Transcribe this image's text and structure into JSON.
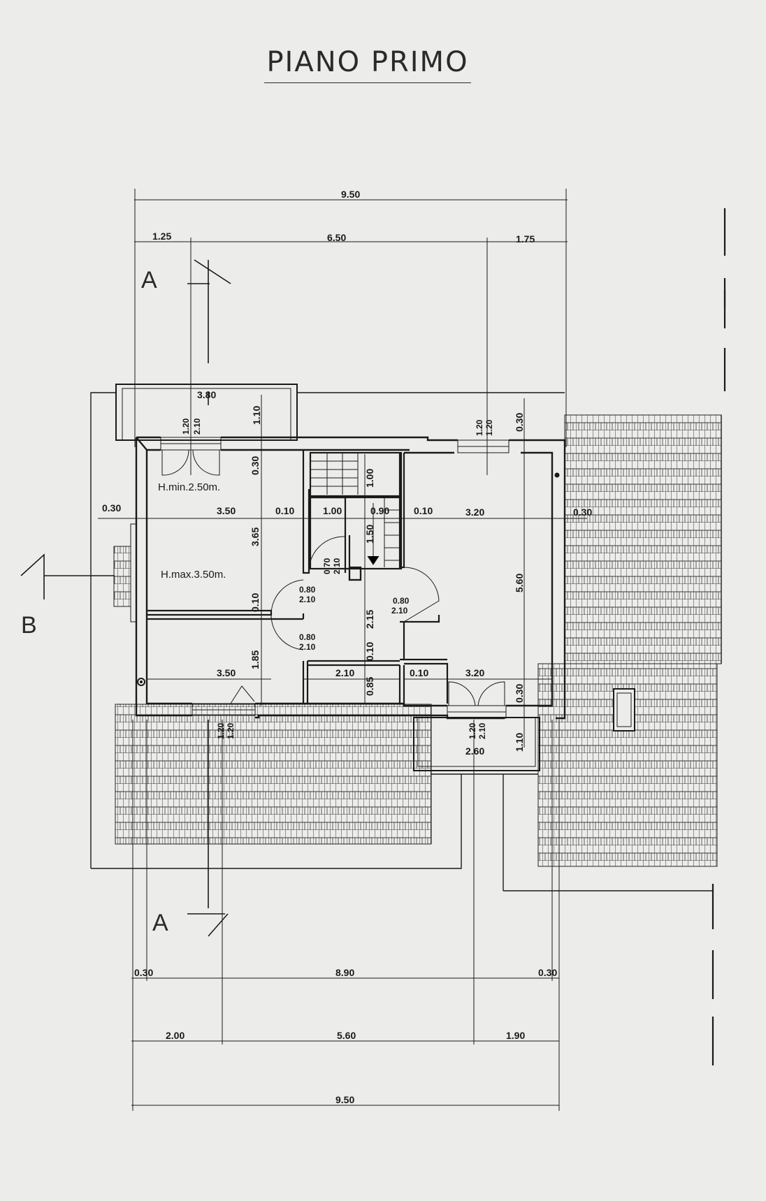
{
  "title": "PIANO PRIMO",
  "section_labels": {
    "a_top": "A",
    "a_bottom": "A",
    "b_left": "B"
  },
  "room_labels": {
    "hmin": "H.min.2.50m.",
    "hmax": "H.max.3.50m."
  },
  "dims_top": {
    "overall": "9.50",
    "left": "1.25",
    "middle": "6.50",
    "right": "1.75"
  },
  "dims_bottom": {
    "row1_left": "0.30",
    "row1_mid": "8.90",
    "row1_right": "0.30",
    "row2_left": "2.00",
    "row2_mid": "5.60",
    "row2_right": "1.90",
    "overall": "9.50"
  },
  "dims_side": {
    "left": "0.30",
    "right": "0.30"
  },
  "balcony_top": {
    "width": "3.80",
    "depth": "1.10",
    "win_w": "1.20",
    "win_h": "2.10"
  },
  "balcony_bottom": {
    "width": "2.60",
    "depth": "1.10",
    "win_w": "1.20",
    "win_h": "2.10"
  },
  "top_right_window": {
    "w": "1.20",
    "h": "1.20",
    "wall": "0.30"
  },
  "bottom_left_window": {
    "w": "1.20",
    "h": "1.20"
  },
  "interior": {
    "wall_top_left": "0.30",
    "room_tl_width": "3.50",
    "room_tl_height": "3.65",
    "wall_mid1": "0.10",
    "hall_width": "1.00",
    "stair_width": "0.90",
    "wall_mid2": "0.10",
    "room_right_width": "3.20",
    "stair_run": "1.00",
    "stair_landing": "1.50",
    "bath_door": "0.70",
    "bath_door_h": "2.10",
    "door1": "0.80",
    "door1_h": "2.10",
    "door2": "0.80",
    "door2_h": "2.10",
    "door3": "0.80",
    "door3_h": "2.10",
    "corridor_len": "2.15",
    "wall_h1": "0.10",
    "wall_h2": "0.10",
    "room_right_height": "5.60",
    "room_bl_height": "1.85",
    "room_bl_width": "3.50",
    "corridor_width": "2.10",
    "wall_h3": "0.85",
    "wall_mid3": "0.10",
    "room_br_width": "3.20",
    "wall_br": "0.30"
  },
  "colors": {
    "ink": "#1a1a1a",
    "paper": "#ececea"
  }
}
